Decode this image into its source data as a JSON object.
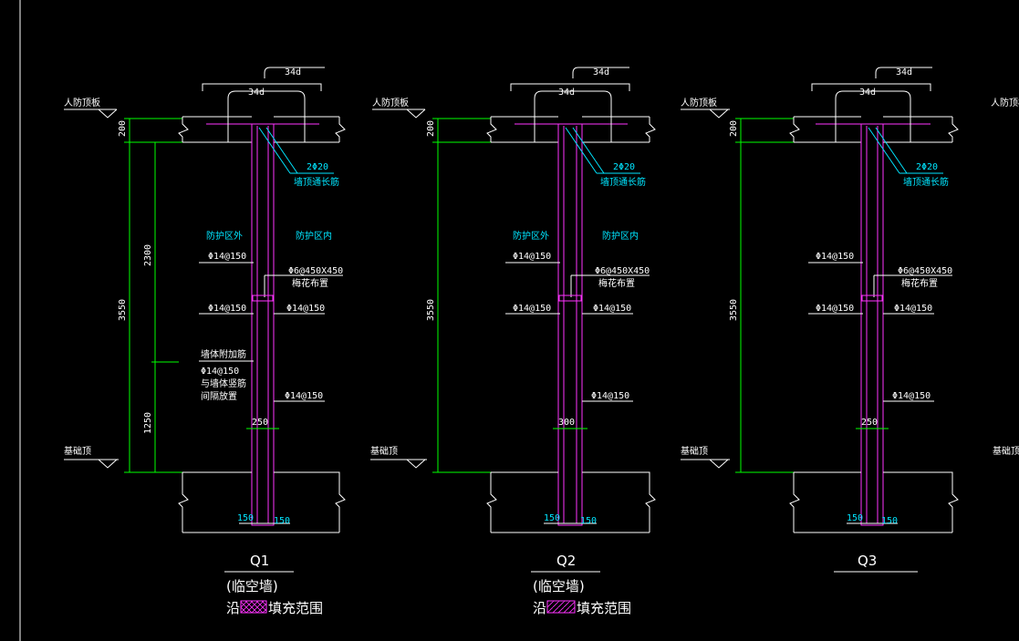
{
  "labels": {
    "roof": "人防顶板",
    "base": "基础顶",
    "outside": "防护区外",
    "inside": "防护区内",
    "dim_34d": "34d",
    "dim_200": "200",
    "dim_2300": "2300",
    "dim_3550": "3550",
    "dim_1250": "1250",
    "dim_150": "150",
    "bar_2phi20": "2Φ20",
    "bar_2phi20_desc": "墙顶通长筋",
    "rebar_phi14": "Φ14@150",
    "tie_phi6": "Φ6@450X450",
    "tie_phi6_desc": "梅花布置",
    "extra_line1": "墙体附加筋",
    "extra_line2": "Φ14@150",
    "extra_line3": "与墙体竖筋",
    "extra_line4": "间隔放置",
    "fill_prefix": "沿",
    "fill_suffix": "填充范围",
    "side_note": "(临空墙)"
  },
  "walls": [
    {
      "name": "Q1",
      "thickness": "250"
    },
    {
      "name": "Q2",
      "thickness": "300"
    },
    {
      "name": "Q3",
      "thickness": "250"
    }
  ],
  "colors": {
    "bg": "#000000",
    "outline": "#ffffff",
    "dimension": "#00ff00",
    "wall": "#ff33ff",
    "leader": "#00e5ff"
  }
}
